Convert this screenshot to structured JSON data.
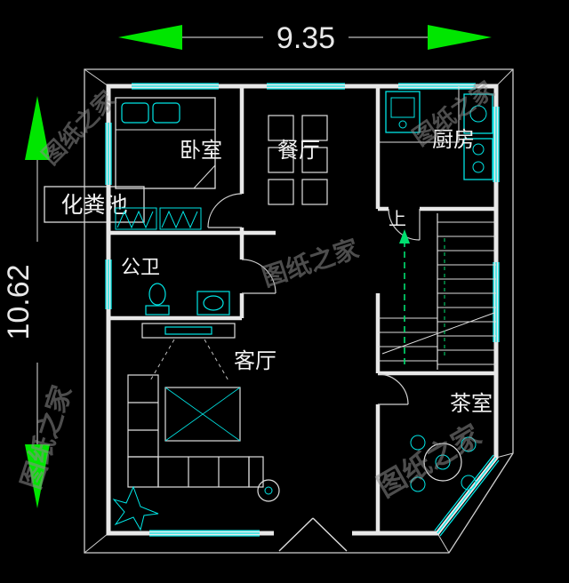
{
  "canvas": {
    "background": "#000000",
    "wall_color": "#e8e8e8",
    "furniture_color": "#00e5e5",
    "arrow_color": "#00e600",
    "watermark_color": "#8d8d8d",
    "label_color": "#f2f2f2"
  },
  "dimensions": {
    "width": "9.35",
    "height": "10.62"
  },
  "rooms": {
    "bedroom": "卧室",
    "dining_room": "餐厅",
    "kitchen": "厨房",
    "septic_tank": "化粪池",
    "bathroom": "公卫",
    "living_room": "客厅",
    "tea_room": "茶室",
    "stairs_up": "上"
  },
  "watermark": {
    "text": "图纸之家"
  }
}
